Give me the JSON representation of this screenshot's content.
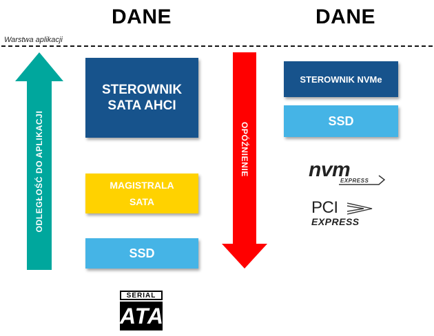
{
  "headings": {
    "left": "DANE",
    "right": "DANE"
  },
  "layer_label": "Warstwa aplikacji",
  "left_arrow": {
    "label": "ODLEGŁOŚĆ DO APLIKACJI",
    "color": "#00A79D"
  },
  "middle_arrow": {
    "label": "OPÓŹNIENIE",
    "color": "#FF0000"
  },
  "sata_stack": {
    "controller": {
      "line1": "STEROWNIK",
      "line2": "SATA AHCI",
      "color": "#17538C"
    },
    "bus": {
      "line1": "MAGISTRALA",
      "line2": "SATA",
      "color": "#FFD200"
    },
    "ssd": {
      "label": "SSD",
      "color": "#45B4E6"
    }
  },
  "nvme_stack": {
    "controller": {
      "label": "STEROWNIK NVMe",
      "color": "#17538C"
    },
    "ssd": {
      "label": "SSD",
      "color": "#45B4E6"
    }
  },
  "logos": {
    "nvm_main": "nvm",
    "nvm_sub": "EXPRESS",
    "pci_main": "PCI",
    "pci_sub": "EXPRESS",
    "serial_top": "SERIAL",
    "serial_main": "ATA"
  }
}
